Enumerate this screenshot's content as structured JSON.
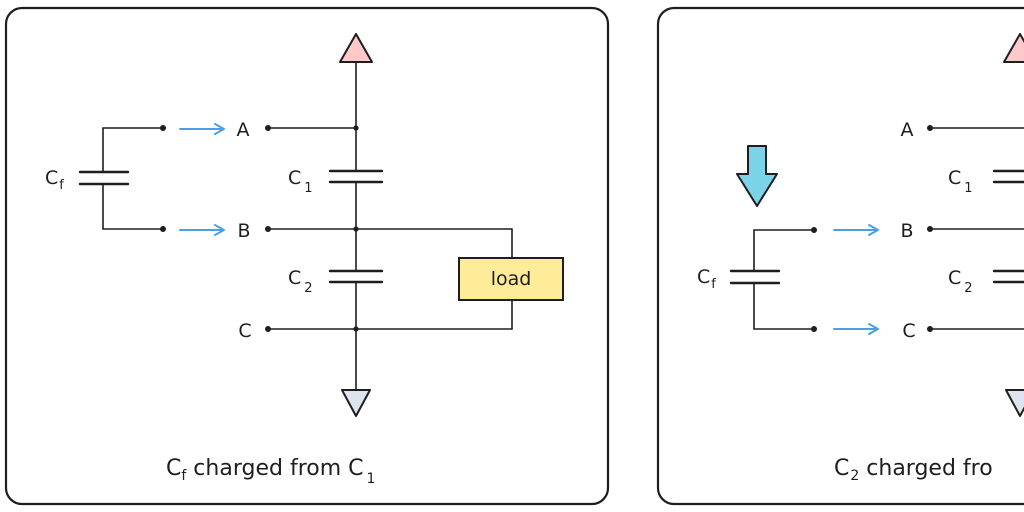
{
  "panel1": {
    "nodes": {
      "a": "A",
      "b": "B",
      "c": "C"
    },
    "cf": {
      "main": "C",
      "sub": "f"
    },
    "c1": {
      "main": "C",
      "sub": "1"
    },
    "c2": {
      "main": "C",
      "sub": "2"
    },
    "load": "load",
    "caption": {
      "p1": "C",
      "p1_sub": "f",
      "p2": " charged from C",
      "p2_sub": "1"
    }
  },
  "panel2": {
    "nodes": {
      "a": "A",
      "b": "B",
      "c": "C"
    },
    "cf": {
      "main": "C",
      "sub": "f"
    },
    "c1": {
      "main": "C",
      "sub": "1"
    },
    "c2": {
      "main": "C",
      "sub": "2"
    },
    "caption": {
      "p1": "C",
      "p1_sub": "2",
      "p2": " charged fro"
    }
  },
  "colors": {
    "source_top": "#ffc9c9",
    "ground_bottom": "#dde4ee",
    "load_fill": "#ffec99",
    "move_arrow": "#7ad3e6",
    "flow_arrow": "#4a9fe6"
  },
  "icons": {
    "source": "triangle-up-icon",
    "ground": "triangle-down-icon",
    "move": "down-arrow-icon",
    "flow": "right-arrow-icon"
  }
}
